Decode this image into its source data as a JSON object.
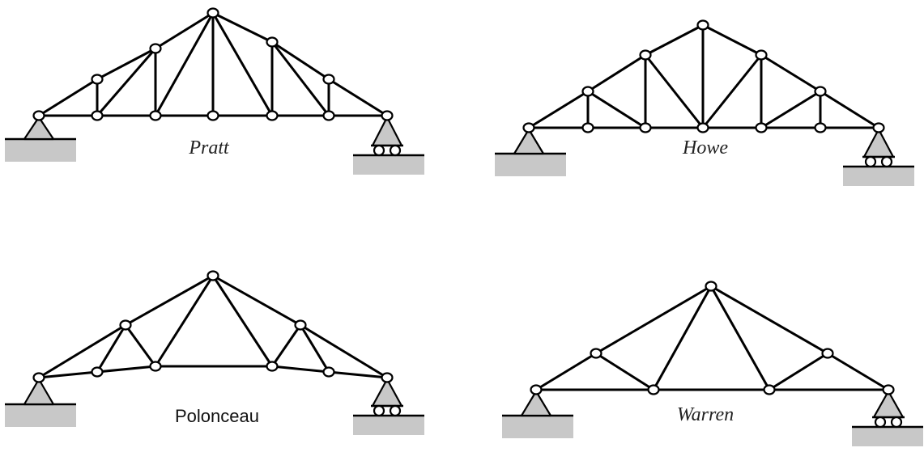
{
  "colors": {
    "member": "#000000",
    "joint_fill": "#ffffff",
    "ground": "#c8c8c8"
  },
  "trusses": [
    {
      "key": "pratt",
      "label": "Pratt",
      "label_style": "serif",
      "support_left": "pin",
      "support_right": "roller"
    },
    {
      "key": "howe",
      "label": "Howe",
      "label_style": "serif",
      "support_left": "pin",
      "support_right": "roller"
    },
    {
      "key": "polonceau",
      "label": "Polonceau",
      "label_style": "sans",
      "support_left": "pin",
      "support_right": "roller"
    },
    {
      "key": "warren",
      "label": "Warren",
      "label_style": "serif",
      "support_left": "pin",
      "support_right": "roller"
    }
  ]
}
